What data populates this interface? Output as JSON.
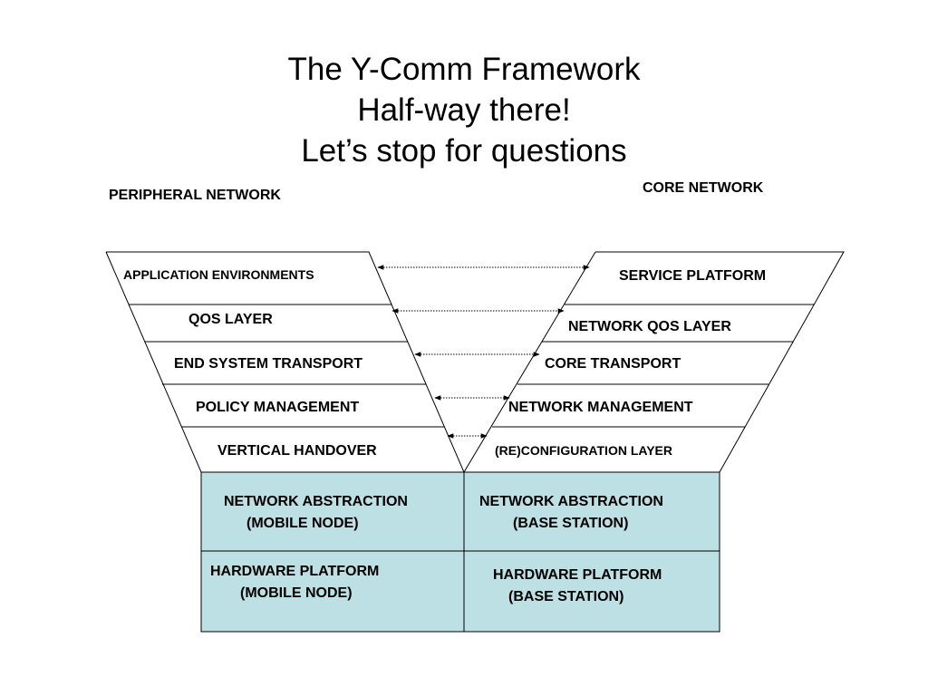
{
  "title": {
    "line1": "The Y-Comm Framework",
    "line2": "Half-way there!",
    "line3": "Let’s stop for questions"
  },
  "peripheral_label": "PERIPHERAL NETWORK",
  "core_label": "CORE NETWORK",
  "peripheral_layers": [
    "APPLICATION ENVIRONMENTS",
    "QOS LAYER",
    "END SYSTEM TRANSPORT",
    "POLICY MANAGEMENT",
    "VERTICAL HANDOVER"
  ],
  "core_layers": [
    "SERVICE PLATFORM",
    "NETWORK QOS LAYER",
    "CORE TRANSPORT",
    "NETWORK MANAGEMENT",
    "(RE)CONFIGURATION LAYER"
  ],
  "bottom": {
    "na_mobile_1": "NETWORK ABSTRACTION",
    "na_mobile_2": "(MOBILE NODE)",
    "na_base_1": "NETWORK ABSTRACTION",
    "na_base_2": "(BASE STATION)",
    "hw_mobile_1": "HARDWARE PLATFORM",
    "hw_mobile_2": "(MOBILE NODE)",
    "hw_base_1": "HARDWARE PLATFORM",
    "hw_base_2": "(BASE STATION)"
  },
  "colors": {
    "box_fill": "#bde0e4",
    "line": "#000000"
  }
}
